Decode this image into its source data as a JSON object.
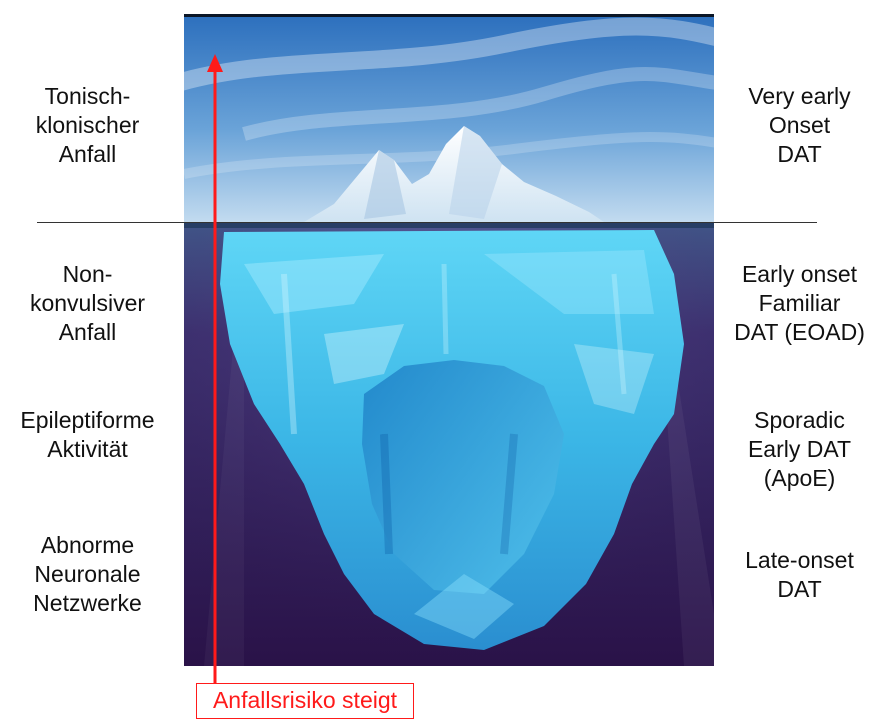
{
  "left_labels": {
    "tonic_clonic": "Tonisch-\nklonischer\nAnfall",
    "nonconvulsive": "Non-\nkonvulsiver\nAnfall",
    "epileptiform": "Epileptiforme\nAktivität",
    "abnormal_networks": "Abnorme\nNeuronale\nNetzwerke"
  },
  "right_labels": {
    "very_early": "Very early\nOnset\nDAT",
    "early_familiar": "Early onset\nFamiliar\nDAT (EOAD)",
    "sporadic_early": "Sporadic\nEarly DAT\n(ApoE)",
    "late_onset": "Late-onset\nDAT"
  },
  "risk_label": "Anfallsrisiko steigt",
  "colors": {
    "arrow": "#ff1a1a",
    "sky_top": "#2f73c0",
    "sky_bottom": "#b9d5ee",
    "deep_water": "#2b1450",
    "ice": "#48c8ee"
  }
}
